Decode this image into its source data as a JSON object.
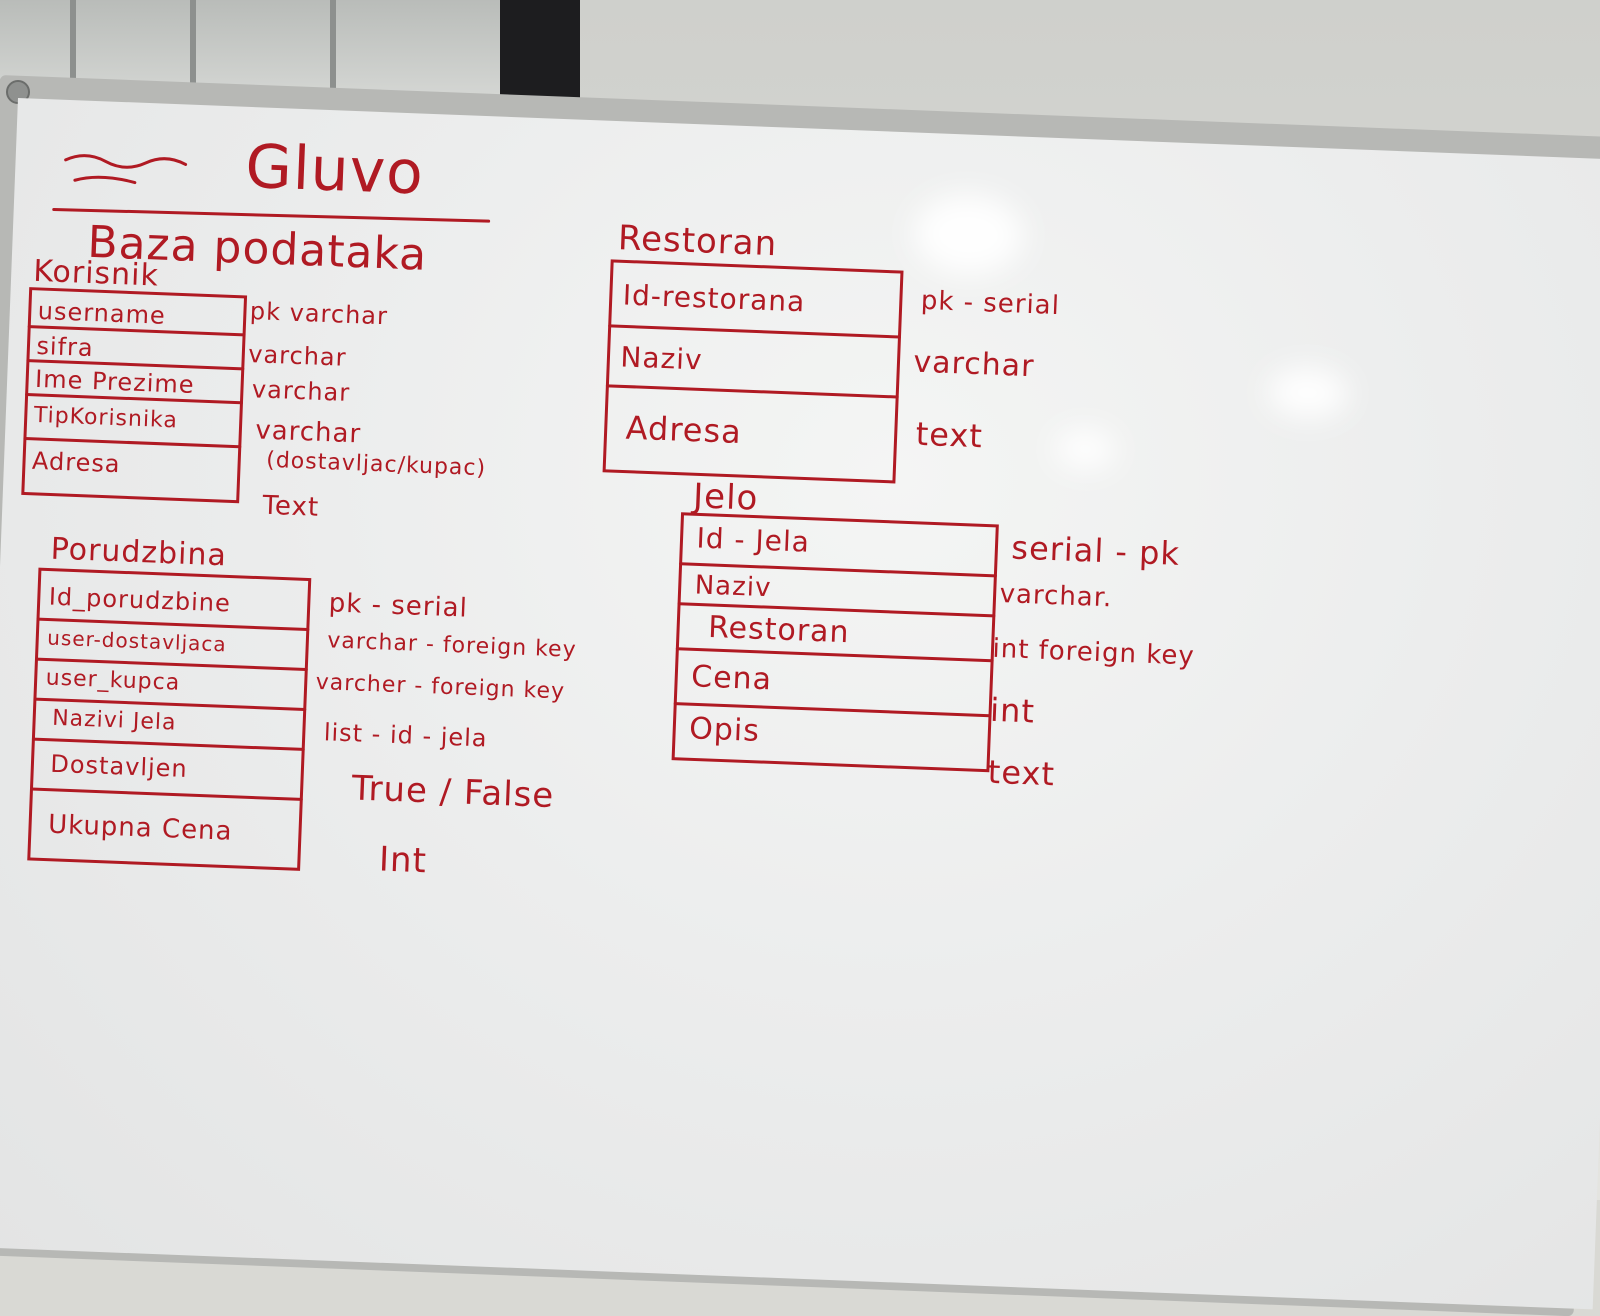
{
  "title": "Gluvo",
  "subtitle": "Baza podataka",
  "tables": {
    "korisnik": {
      "name": "Korisnik",
      "fields": [
        "username",
        "sifra",
        "Ime Prezime",
        "TipKorisnika",
        "Adresa"
      ],
      "types": [
        "pk varchar",
        "varchar",
        "varchar",
        "varchar",
        "Text"
      ],
      "note": "(dostavljac/kupac)"
    },
    "porudzbina": {
      "name": "Porudzbina",
      "fields": [
        "Id_porudzbine",
        "user-dostavljaca",
        "user_kupca",
        "Nazivi Jela",
        "Dostavljen",
        "Ukupna Cena"
      ],
      "types": [
        "pk - serial",
        "varchar - foreign key",
        "varcher - foreign key",
        "list - id - jela",
        "True / False",
        "Int"
      ]
    },
    "restoran": {
      "name": "Restoran",
      "fields": [
        "Id-restorana",
        "Naziv",
        "Adresa"
      ],
      "types": [
        "pk - serial",
        "varchar",
        "text"
      ]
    },
    "jelo": {
      "name": "Jelo",
      "fields": [
        "Id - Jela",
        "Naziv",
        "Restoran",
        "Cena",
        "Opis"
      ],
      "types": [
        "serial - pk",
        "varchar.",
        "int foreign key",
        "int",
        "text"
      ]
    }
  },
  "colors": {
    "marker": "#b01a23",
    "board": "#eceded",
    "frame": "#b7b8b5"
  }
}
